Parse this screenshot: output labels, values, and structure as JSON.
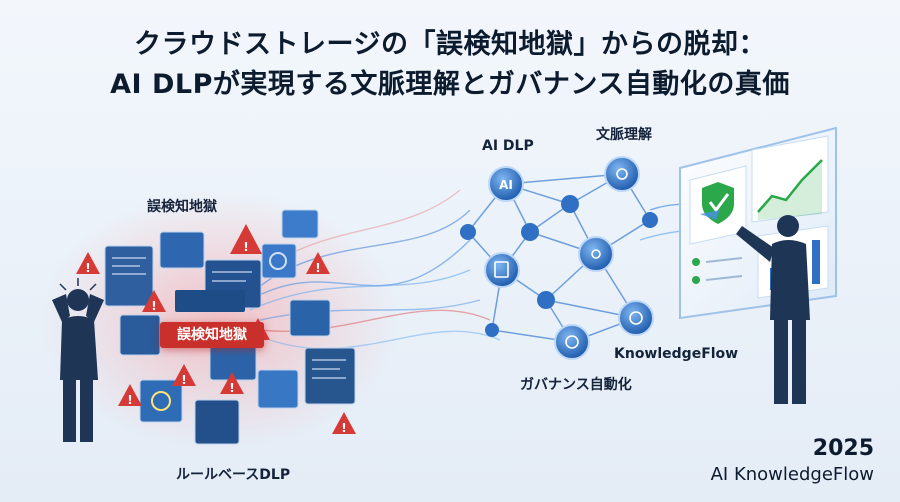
{
  "title": {
    "line1": "クラウドストレージの「誤検知地獄」からの脱却：",
    "line2": "AI DLPが実現する文脈理解とガバナンス自動化の真価"
  },
  "left": {
    "label_top": "誤検知地獄",
    "red_tag": "誤検知地獄",
    "label_bottom": "ルールベースDLP"
  },
  "network": {
    "ai_dlp": "AI DLP",
    "context": "文脈理解",
    "knowledgeflow": "KnowledgeFlow",
    "governance": "ガバナンス自動化"
  },
  "footer": {
    "year": "2025",
    "brand": "AI KnowledgeFlow"
  },
  "colors": {
    "alert": "#d63a36",
    "network": "#2f6fc4",
    "shield": "#2aa84a",
    "person": "#1f3556"
  }
}
